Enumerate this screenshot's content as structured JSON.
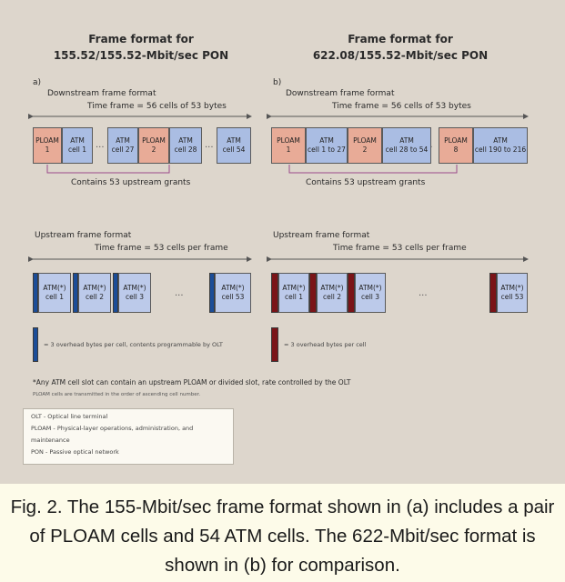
{
  "diagram": {
    "left": {
      "title_line1": "Frame format for",
      "title_line2": "155.52/155.52-Mbit/sec PON",
      "panel_letter": "a)",
      "downstream_label": "Downstream frame format",
      "downstream_time": "Time frame = 56 cells of 53 bytes",
      "downstream_cells": [
        {
          "top": "PLOAM",
          "bottom": "1"
        },
        {
          "top": "ATM",
          "bottom": "cell 1"
        },
        {
          "top": "ATM",
          "bottom": "cell 27"
        },
        {
          "top": "PLOAM",
          "bottom": "2"
        },
        {
          "top": "ATM",
          "bottom": "cell 28"
        },
        {
          "top": "ATM",
          "bottom": "cell 54"
        }
      ],
      "grants_label": "Contains 53 upstream grants",
      "upstream_label": "Upstream frame format",
      "upstream_time": "Time frame = 53 cells per frame",
      "upstream_cells": [
        {
          "top": "ATM(*)",
          "bottom": "cell 1"
        },
        {
          "top": "ATM(*)",
          "bottom": "cell 2"
        },
        {
          "top": "ATM(*)",
          "bottom": "cell 3"
        },
        {
          "top": "ATM(*)",
          "bottom": "cell 53"
        }
      ],
      "legend_text": "= 3 overhead bytes per cell, contents programmable by OLT"
    },
    "right": {
      "title_line1": "Frame format for",
      "title_line2": "622.08/155.52-Mbit/sec PON",
      "panel_letter": "b)",
      "downstream_label": "Downstream frame format",
      "downstream_time": "Time frame = 56 cells of 53 bytes",
      "downstream_cells": [
        {
          "top": "PLOAM",
          "bottom": "1"
        },
        {
          "top": "ATM",
          "bottom": "cell 1 to 27"
        },
        {
          "top": "PLOAM",
          "bottom": "2"
        },
        {
          "top": "ATM",
          "bottom": "cell 28 to 54"
        },
        {
          "top": "PLOAM",
          "bottom": "8"
        },
        {
          "top": "ATM",
          "bottom": "cell 190 to 216"
        }
      ],
      "grants_label": "Contains 53 upstream grants",
      "upstream_label": "Upstream frame format",
      "upstream_time": "Time frame = 53 cells per frame",
      "upstream_cells": [
        {
          "top": "ATM(*)",
          "bottom": "cell 1"
        },
        {
          "top": "ATM(*)",
          "bottom": "cell 2"
        },
        {
          "top": "ATM(*)",
          "bottom": "cell 3"
        },
        {
          "top": "ATM(*)",
          "bottom": "cell 53"
        }
      ],
      "legend_text": "= 3 overhead bytes per cell"
    },
    "footnote": "*Any ATM cell slot can contain an upstream PLOAM or divided slot, rate controlled by the OLT",
    "footnote_small": "PLOAM cells are transmitted in the order of ascending cell number.",
    "abbrev": [
      "OLT - Optical line terminal",
      "PLOAM - Physical-layer operations, administration, and maintenance",
      "PON - Passive optical network"
    ],
    "colors": {
      "ploam": "#e8ab97",
      "atm": "#aabde3",
      "overhead_blue": "#1b4d98",
      "overhead_red": "#7a1418"
    }
  },
  "caption": "Fig. 2. The 155-Mbit/sec frame format shown in (a) includes a pair of PLOAM cells and 54 ATM cells. The 622-Mbit/sec format is shown in (b) for comparison."
}
